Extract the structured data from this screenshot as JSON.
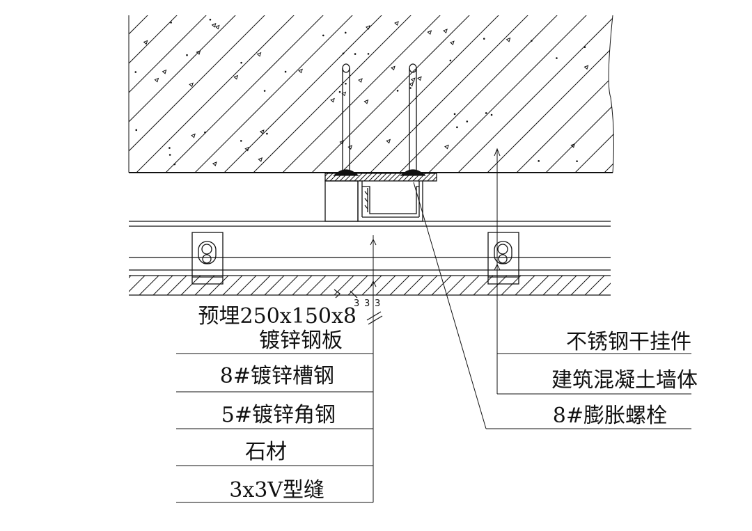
{
  "diagram": {
    "left_labels": [
      {
        "id": "embedded-plate",
        "lines": [
          "预埋250x150x8",
          "镀锌钢板"
        ]
      },
      {
        "id": "channel-steel",
        "lines": [
          "8#镀锌槽钢"
        ]
      },
      {
        "id": "angle-steel",
        "lines": [
          "5#镀锌角钢"
        ]
      },
      {
        "id": "stone",
        "lines": [
          "石材"
        ]
      },
      {
        "id": "v-joint",
        "lines": [
          "3x3V型缝"
        ]
      }
    ],
    "right_labels": [
      {
        "id": "stainless-hanger",
        "lines": [
          "不锈钢干挂件"
        ]
      },
      {
        "id": "concrete-wall",
        "lines": [
          "建筑混凝土墙体"
        ]
      },
      {
        "id": "expansion-bolt",
        "lines": [
          "8#膨胀螺栓"
        ]
      }
    ],
    "joint_dims": [
      "3",
      "3",
      "3"
    ],
    "colors": {
      "line": "#111111",
      "background": "#ffffff"
    }
  }
}
